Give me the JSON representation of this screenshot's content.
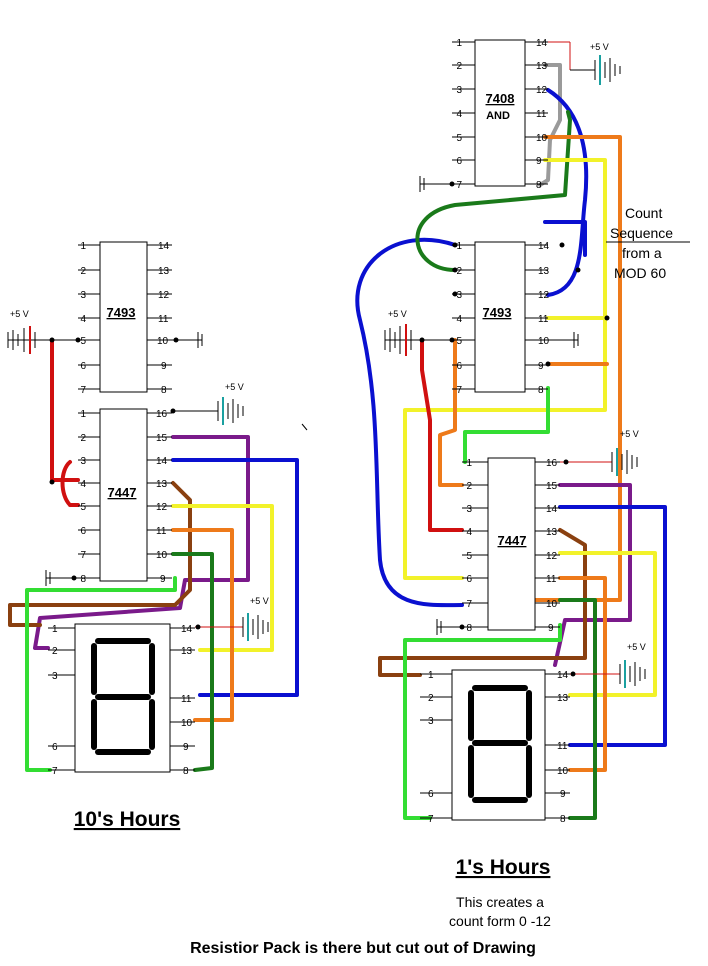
{
  "chips": {
    "and_gate": {
      "name": "7408",
      "sub": "AND"
    },
    "counter_ones": {
      "name": "7493"
    },
    "counter_tens": {
      "name": "7493"
    },
    "decoder_ones": {
      "name": "7447"
    },
    "decoder_tens": {
      "name": "7447"
    }
  },
  "supply_label": "+5 V",
  "count_label": {
    "line1": "Count",
    "line2": "Sequence",
    "line3": "from a",
    "line4": "MOD 60"
  },
  "titles": {
    "tens": "10's  Hours",
    "ones": "1's  Hours"
  },
  "note": {
    "line1": "This creates a",
    "line2": "count form  0 -12"
  },
  "footer": "Resistior Pack is there but cut out of Drawing",
  "pins14": [
    "1",
    "2",
    "3",
    "4",
    "5",
    "6",
    "7",
    "8",
    "9",
    "10",
    "11",
    "12",
    "13",
    "14"
  ],
  "pins16": [
    "1",
    "2",
    "3",
    "4",
    "5",
    "6",
    "7",
    "8",
    "9",
    "10",
    "11",
    "12",
    "13",
    "14",
    "15",
    "16"
  ],
  "display_pins_tens": [
    "1",
    "2",
    "3",
    "6",
    "7",
    "14",
    "13",
    "11",
    "10",
    "9",
    "8"
  ],
  "display_pins_ones": [
    "1",
    "2",
    "3",
    "6",
    "7",
    "14",
    "13",
    "11",
    "10",
    "9",
    "8"
  ],
  "wire_colors": {
    "red": "#d01010",
    "green": "#1a7a1a",
    "lightgreen": "#33dd33",
    "blue": "#0a10d0",
    "purple": "#7a1a8a",
    "yellow": "#f2f22a",
    "orange": "#ee7a1a",
    "brown": "#8a4010",
    "gray": "#9a9a9a",
    "battery": "#1aa0a0"
  }
}
